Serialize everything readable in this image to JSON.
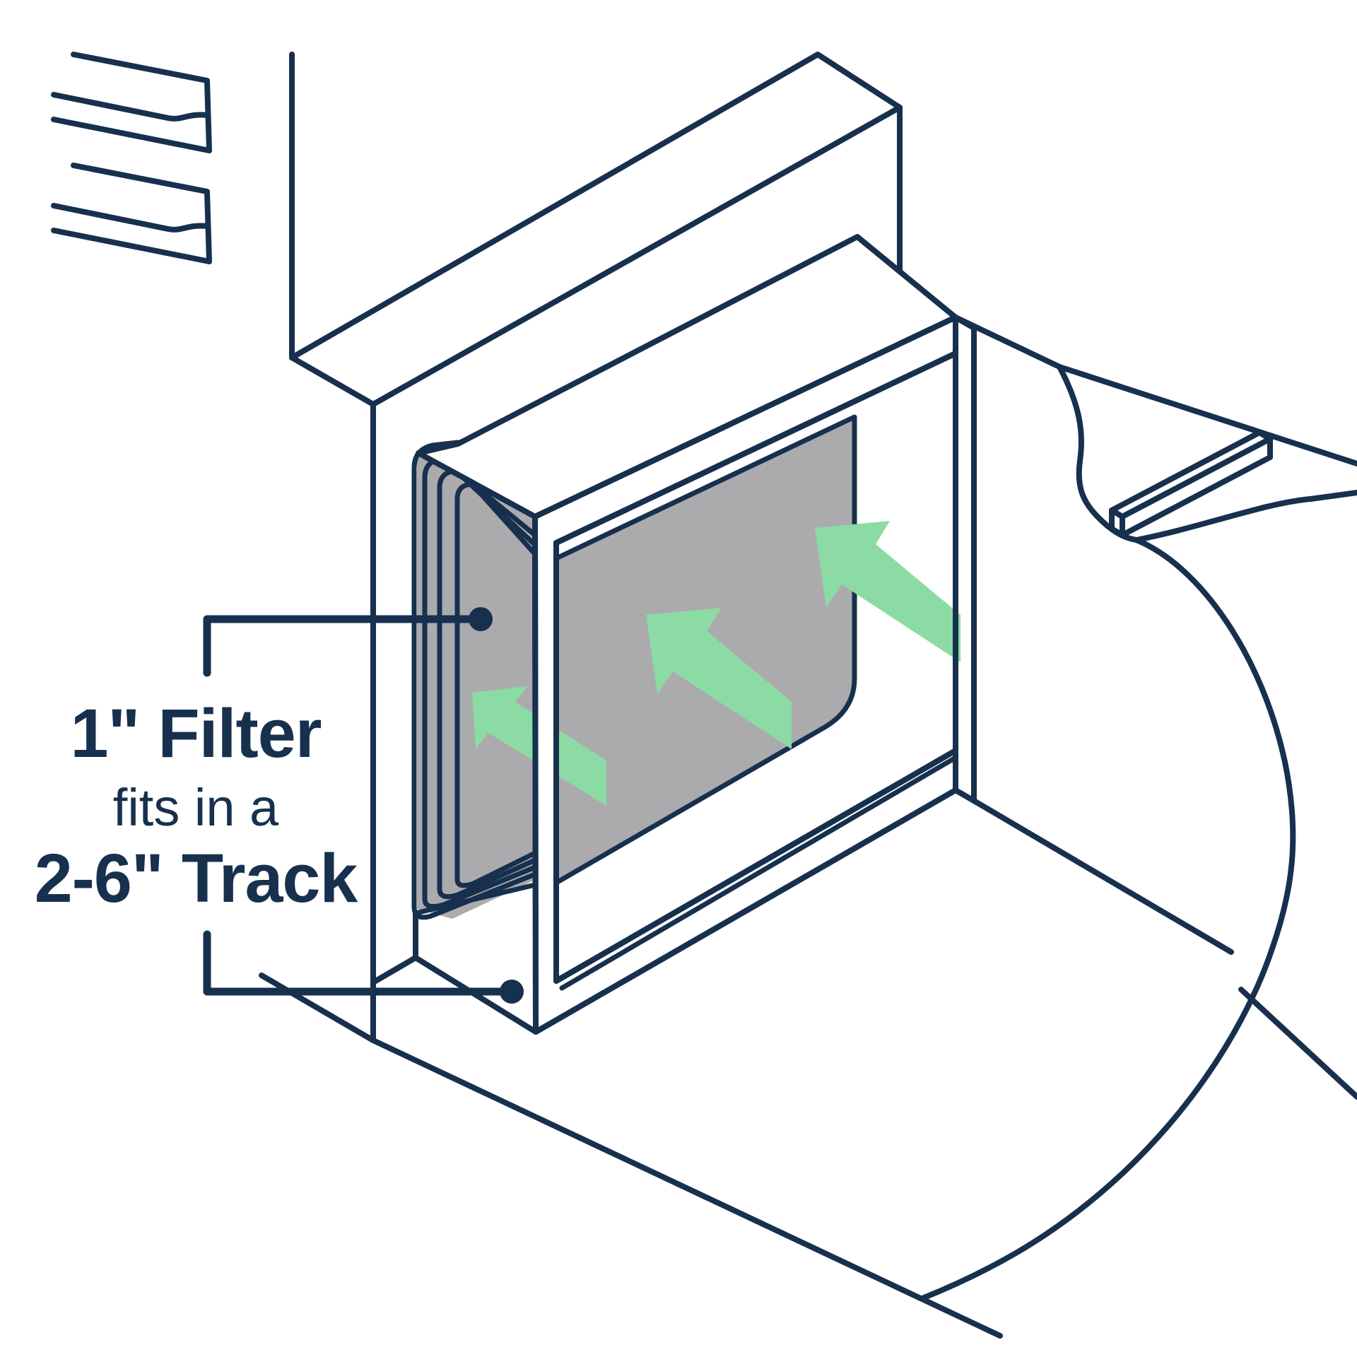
{
  "diagram": {
    "title_lines": {
      "filter_size": "1\" Filter",
      "connector": "fits in a",
      "track_size": "2-6\" Track"
    },
    "colors": {
      "line_navy": "#17304d",
      "panel_gray": "#ababae",
      "arrow_green": "#8cdba4",
      "background": "#ffffff"
    },
    "elements": {
      "filter_panel": "1-inch air filter shown edge-on in track",
      "track_frame": "2-6 inch wide filter track opening",
      "airflow_arrows": "three green arrows showing airflow direction through filter",
      "furnace": "furnace cabinet with louver vents",
      "duct": "return air plenum duct",
      "blower": "curved blower housing on right"
    },
    "callouts": {
      "filter_callout": "points to 1-inch filter panel",
      "track_callout": "points to 2-6 inch track ledge"
    }
  }
}
